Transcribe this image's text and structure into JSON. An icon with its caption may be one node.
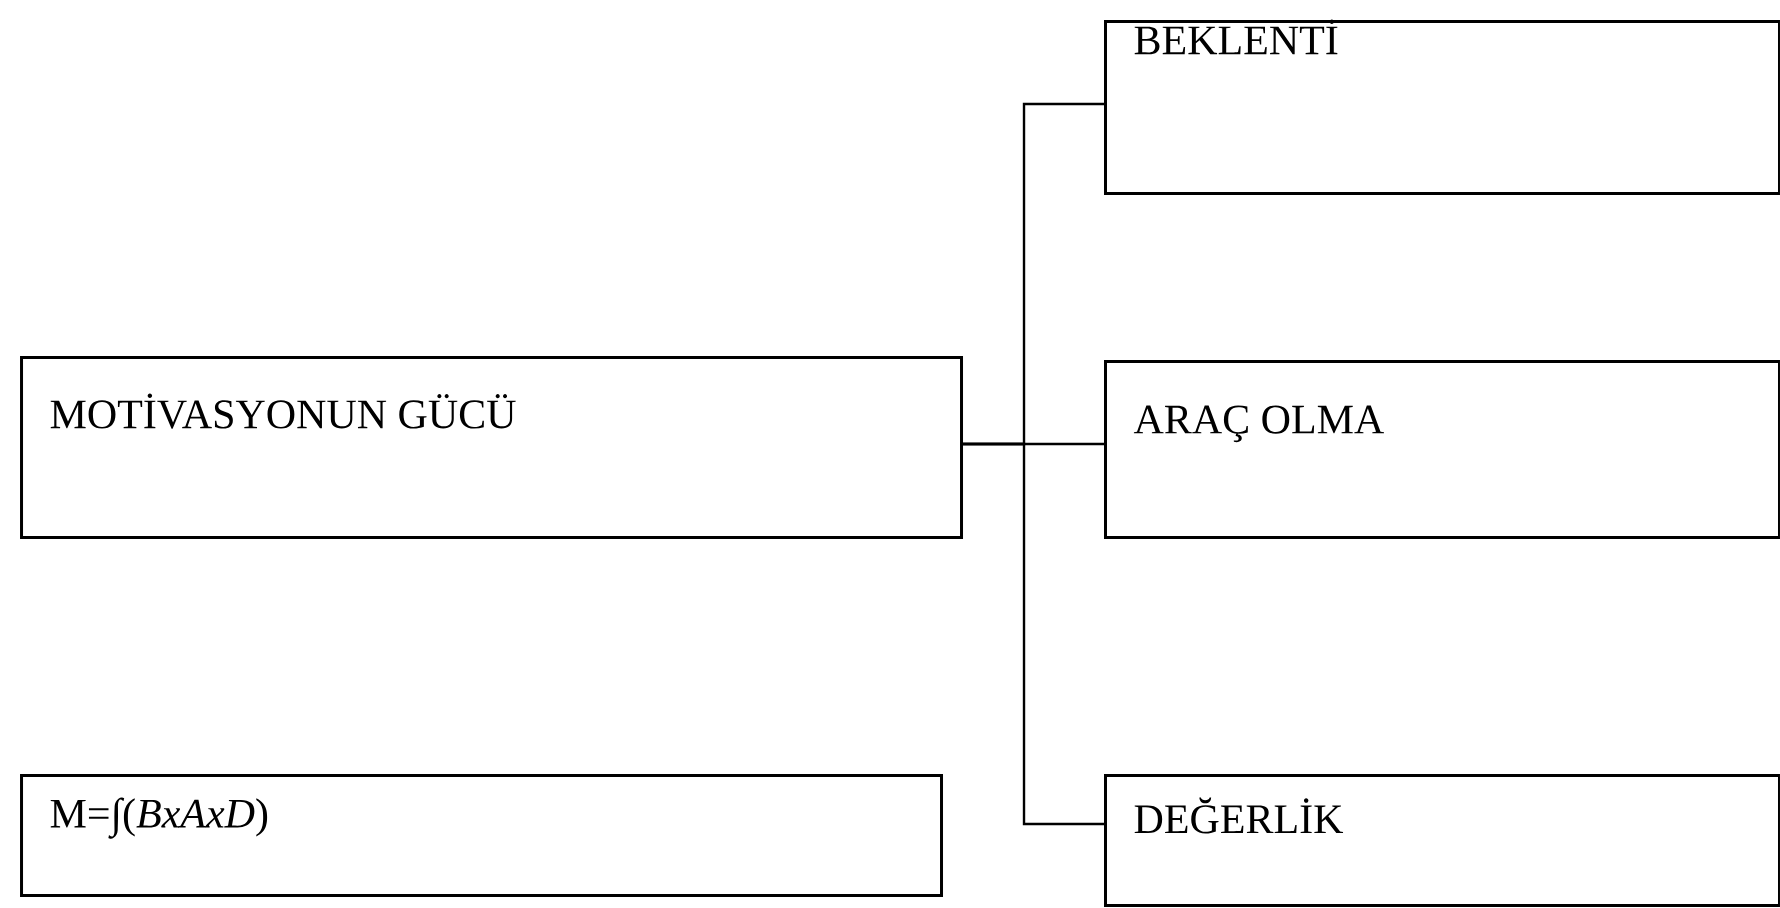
{
  "diagram": {
    "nodes": [
      {
        "text": [
          "BEKLENTİ"
        ]
      },
      {
        "text": [
          "MOTİVASYONUN GÜCÜ"
        ]
      },
      {
        "text": [
          "ARAÇ OLMA"
        ]
      },
      {
        "text": [
          "M=∫(*BxAxD*)"
        ]
      },
      {
        "text": [
          "DEĞERLİK"
        ]
      }
    ],
    "edges": [
      {
        "from": 1,
        "to": 0,
        "arrow": "none"
      },
      {
        "from": 1,
        "to": 2,
        "arrow": "none"
      },
      {
        "from": 1,
        "to": 4,
        "arrow": "none"
      }
    ]
  }
}
